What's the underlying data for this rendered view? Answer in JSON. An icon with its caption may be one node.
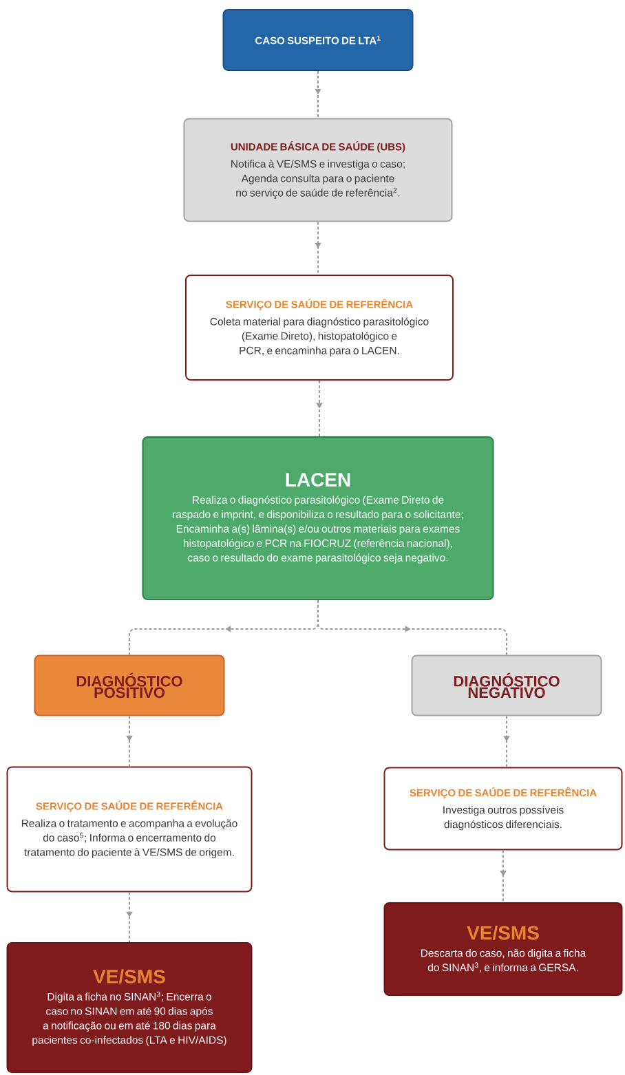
{
  "diagram": {
    "nodes": [
      {
        "text": [
          "CASO SUSPEITO DE LTA$^{1}$"
        ]
      },
      {
        "text": [
          "UNIDADE BÁSICA DE SAÚDE (UBS)",
          "Notifica à VE/SMS e investiga o caso; Agenda consulta para o paciente no serviço de saúde de referência$^{2}$."
        ]
      },
      {
        "text": [
          "SERVIÇO DE SAÚDE DE REFERÊNCIA",
          "Coleta material para diagnóstico parasitológico (Exame Direto), histopatológico e PCR, e encaminha para o LACEN."
        ]
      },
      {
        "text": [
          "LACEN",
          "Realiza o diagnóstico parasitológico (Exame Direto de raspado e imprint, e disponibiliza o resultado para o solicitante; Encaminha a(s) lâmina(s) e/ou outros materiais para exames histopatológico e PCR na FIOCRUZ (referência nacional), caso o resultado do exame parasitológico seja negativo."
        ]
      },
      {
        "text": [
          "DIAGNÓSTICO POSITIVO"
        ]
      },
      {
        "text": [
          "DIAGNÓSTICO NEGATIVO"
        ]
      },
      {
        "text": [
          "SERVIÇO DE SAÚDE DE REFERÊNCIA",
          "Realiza o tratamento e acompanha a evolução do caso$^{5}$; Informa o encerramento do tratamento do paciente à VE/SMS de origem."
        ]
      },
      {
        "text": [
          "SERVIÇO DE SAÚDE DE REFERÊNCIA",
          "Investiga outros possíveis diagnósticos diferenciais."
        ]
      },
      {
        "text": [
          "VE/SMS",
          "Digita a ficha no SINAN$^{3}$; Encerra o caso no SINAN em até 90 dias após a notificação ou em até 180 dias para pacientes co-infectados (LTA e HIV/AIDS)"
        ]
      },
      {
        "text": [
          "VE/SMS",
          "Descarta do caso, não digita a ficha do SINAN$^{3}$, e informa a GERSA."
        ]
      }
    ],
    "edges": [
      {
        "from": 0,
        "to": 1,
        "arrow": "to",
        "style": "dashed"
      },
      {
        "from": 1,
        "to": 2,
        "arrow": "to",
        "style": "dashed"
      },
      {
        "from": 2,
        "to": 3,
        "arrow": "to",
        "style": "dashed"
      },
      {
        "from": 3,
        "to": 4,
        "arrow": "to",
        "style": "dashed"
      },
      {
        "from": 3,
        "to": 5,
        "arrow": "to",
        "style": "dashed"
      },
      {
        "from": 4,
        "to": 6,
        "arrow": "to",
        "style": "dashed"
      },
      {
        "from": 5,
        "to": 7,
        "arrow": "to",
        "style": "dashed"
      },
      {
        "from": 6,
        "to": 8,
        "arrow": "to",
        "style": "dashed"
      },
      {
        "from": 7,
        "to": 9,
        "arrow": "to",
        "style": "dashed"
      }
    ]
  }
}
